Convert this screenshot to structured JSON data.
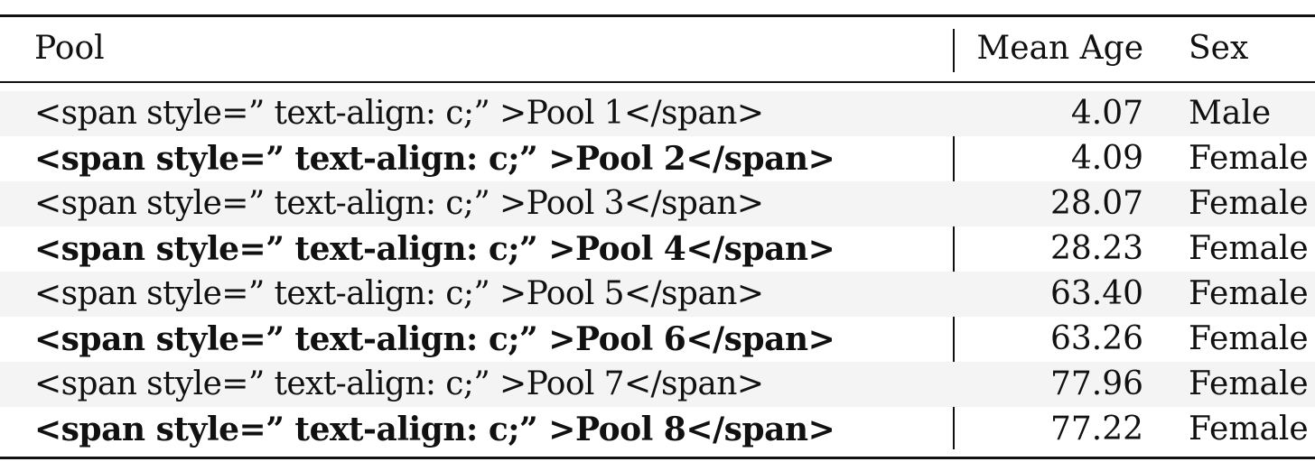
{
  "table": {
    "headers": {
      "pool": "Pool",
      "mean_age": "Mean Age",
      "sex": "Sex"
    },
    "rows": [
      {
        "pool": "<span style=” text-align: c;” >Pool 1</span>",
        "mean_age": "4.07",
        "sex": "Male",
        "bold": false
      },
      {
        "pool": "<span style=” text-align: c;” >Pool 2</span>",
        "mean_age": "4.09",
        "sex": "Female",
        "bold": true
      },
      {
        "pool": "<span style=” text-align: c;” >Pool 3</span>",
        "mean_age": "28.07",
        "sex": "Female",
        "bold": false
      },
      {
        "pool": "<span style=” text-align: c;” >Pool 4</span>",
        "mean_age": "28.23",
        "sex": "Female",
        "bold": true
      },
      {
        "pool": "<span style=” text-align: c;” >Pool 5</span>",
        "mean_age": "63.40",
        "sex": "Female",
        "bold": false
      },
      {
        "pool": "<span style=” text-align: c;” >Pool 6</span>",
        "mean_age": "63.26",
        "sex": "Female",
        "bold": true
      },
      {
        "pool": "<span style=” text-align: c;” >Pool 7</span>",
        "mean_age": "77.96",
        "sex": "Female",
        "bold": false
      },
      {
        "pool": "<span style=” text-align: c;” >Pool 8</span>",
        "mean_age": "77.22",
        "sex": "Female",
        "bold": true
      }
    ]
  },
  "colors": {
    "rule": "#111111",
    "shaded_row": "#f4f4f4",
    "text": "#111111"
  }
}
